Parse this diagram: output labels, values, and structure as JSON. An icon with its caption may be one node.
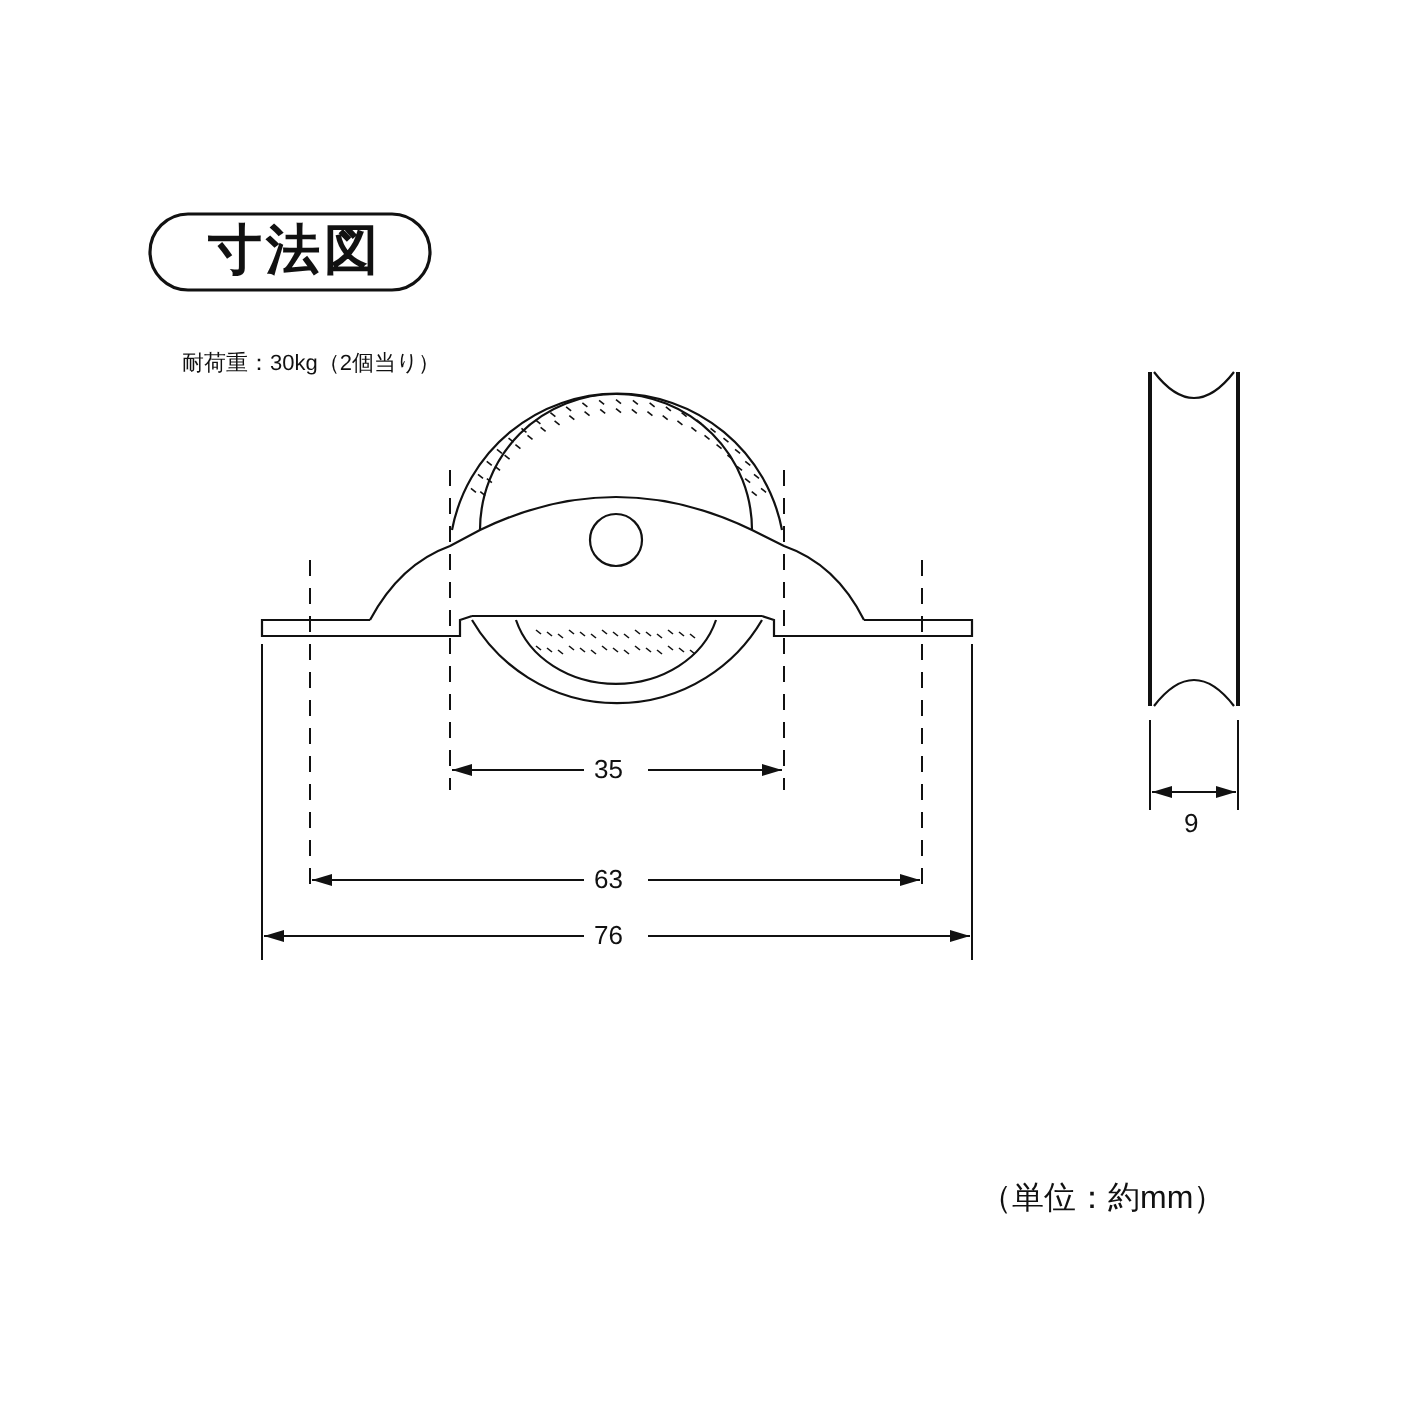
{
  "diagram": {
    "title": "寸法図",
    "labels": [
      "耐荷重：30kg（2個当り）",
      "35",
      "63",
      "76",
      "9",
      "（単位：約mm）"
    ]
  }
}
